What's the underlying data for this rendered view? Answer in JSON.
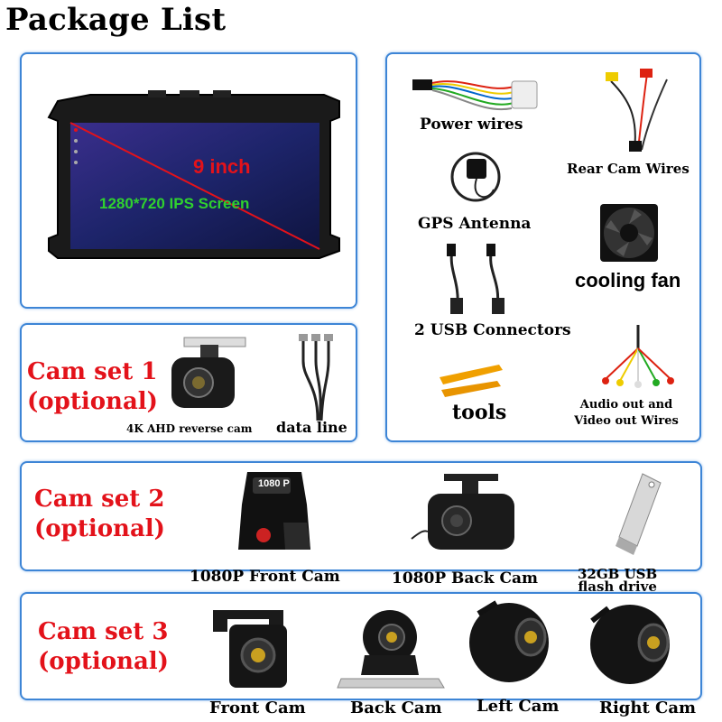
{
  "page_title": "Package List",
  "head_unit": {
    "size_label": "9 inch",
    "screen_label": "1280*720 IPS Screen"
  },
  "accessories": {
    "power_wires": "Power wires",
    "rear_cam_wires": "Rear Cam Wires",
    "gps_antenna": "GPS Antenna",
    "cooling_fan": "cooling fan",
    "usb_connectors": "2 USB Connectors",
    "tools": "tools",
    "av_wires_line1": "Audio out and",
    "av_wires_line2": "Video out Wires"
  },
  "cam_set_1": {
    "title_line1": "Cam set 1",
    "title_line2": "(optional)",
    "item1": "4K AHD reverse cam",
    "item2": "data line"
  },
  "cam_set_2": {
    "title_line1": "Cam set 2",
    "title_line2": "(optional)",
    "item1": "1080P Front Cam",
    "item2": "1080P Back Cam",
    "item3_line1": "32GB USB",
    "item3_line2": "flash drive",
    "cam_badge": "1080 P"
  },
  "cam_set_3": {
    "title_line1": "Cam set 3",
    "title_line2": "(optional)",
    "item1": "Front Cam",
    "item2": "Back Cam",
    "item3": "Left Cam",
    "item4": "Right Cam"
  },
  "colors": {
    "panel_border": "#3d85d6",
    "cam_title": "#e3121a",
    "size_label": "#e3121a",
    "screen_label": "#2fd12f"
  }
}
